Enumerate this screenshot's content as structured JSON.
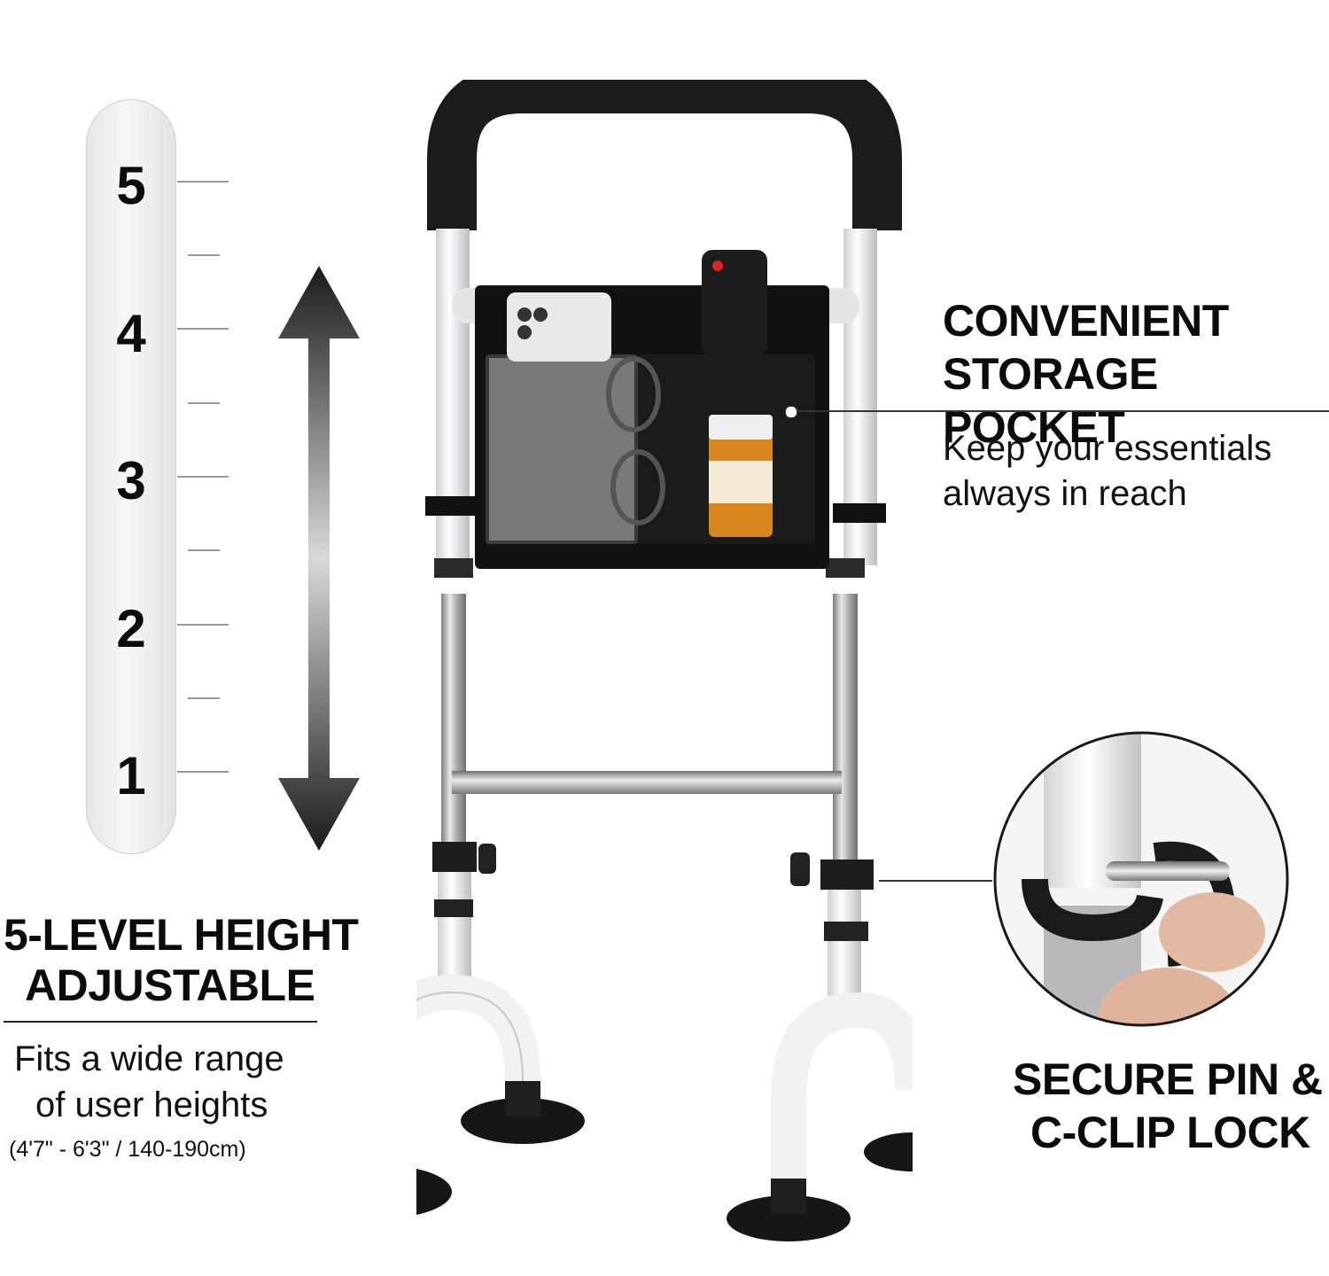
{
  "height_scale": {
    "levels": [
      "5",
      "4",
      "3",
      "2",
      "1"
    ]
  },
  "left_callout": {
    "title_line1": "5-LEVEL HEIGHT",
    "title_line2": "ADJUSTABLE",
    "desc_line1": "Fits a wide range",
    "desc_line2": "of user heights",
    "range": "(4'7\" - 6'3\" / 140-190cm)"
  },
  "storage_callout": {
    "title_line1": "CONVENIENT",
    "title_line2": "STORAGE POCKET",
    "desc_line1": "Keep your essentials",
    "desc_line2": "always in reach"
  },
  "lock_callout": {
    "title_line1": "SECURE PIN &",
    "title_line2": "C-CLIP LOCK"
  }
}
